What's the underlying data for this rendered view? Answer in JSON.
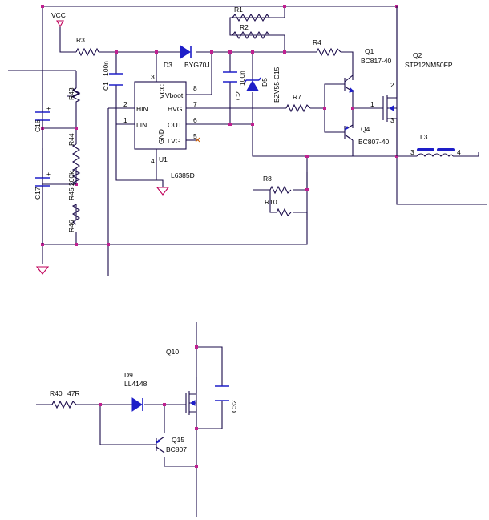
{
  "colors": {
    "wire": "#1a0b4a",
    "junction": "#c02090",
    "component": "#1e1ec8",
    "ground": "#c0005a",
    "background": "#ffffff"
  },
  "labels": {
    "vcc": "VCC",
    "r1": "R1",
    "r2": "R2",
    "r3": "R3",
    "r4": "R4",
    "r7": "R7",
    "r8": "R8",
    "r10": "R10",
    "r40": "R40",
    "r40_value": "47R",
    "r43": "R43",
    "r44": "R44",
    "r45": "R45 200k",
    "r46": "R46",
    "c1": "C1",
    "c1_value": "100n",
    "c2": "C2",
    "c2_value": "100n",
    "c16": "C16",
    "c17": "C17",
    "c32": "C32",
    "d3": "D3",
    "d3_part": "BYG70J",
    "d5": "D5",
    "d5_part": "BZV55-C15",
    "d9": "D9",
    "d9_part": "LL4148",
    "q1": "Q1",
    "q1_part": "BC817-40",
    "q2": "Q2",
    "q2_part": "STP12NM50FP",
    "q4": "Q4",
    "q4_part": "BC807-40",
    "q10": "Q10",
    "q15": "Q15",
    "q15_part": "BC807",
    "l3": "L3",
    "u1": "U1",
    "u1_part": "L6385D",
    "plus": "+"
  },
  "u1_pins": {
    "hin": "HIN",
    "lin": "LIN",
    "vcc": "VCC",
    "gnd": "GND",
    "vboot": "Vboot",
    "hvg": "HVG",
    "out": "OUT",
    "lvg": "LVG",
    "pin1": "1",
    "pin2": "2",
    "pin3": "3",
    "pin4": "4",
    "pin5": "5",
    "pin6": "6",
    "pin7": "7",
    "pin8": "8"
  },
  "pin_numbers": {
    "q2_gate": "1",
    "q2_drain": "2",
    "q2_source": "3",
    "l3_left": "3",
    "l3_right": "4"
  }
}
